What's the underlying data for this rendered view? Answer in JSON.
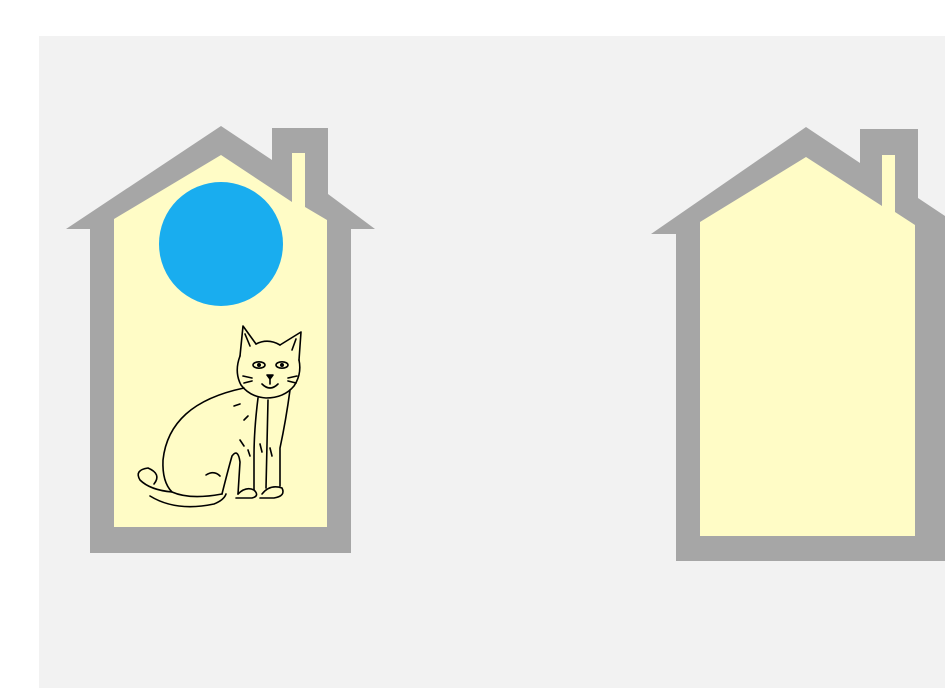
{
  "scene": {
    "colors": {
      "background": "#f2f2f2",
      "house_wall": "#a6a6a6",
      "house_fill": "#fffcc6",
      "ball": "#19adef",
      "cat_line": "#000000"
    },
    "houses": [
      {
        "name": "left-house",
        "contains": [
          "ball",
          "cat"
        ]
      },
      {
        "name": "right-house",
        "contains": []
      }
    ],
    "icons": {
      "ball": "blue-circle",
      "cat": "sitting-cat-drawing"
    }
  }
}
